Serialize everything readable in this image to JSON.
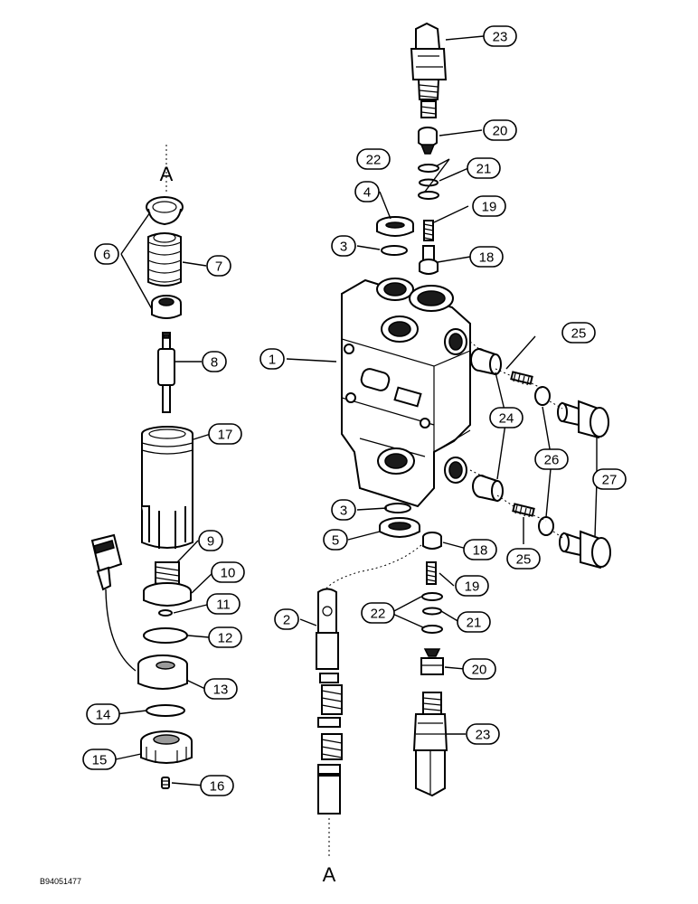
{
  "diagram": {
    "reference_code": "B94051477",
    "section_markers": [
      "A",
      "A"
    ],
    "callouts": [
      {
        "id": "c1",
        "label": "1"
      },
      {
        "id": "c2",
        "label": "2"
      },
      {
        "id": "c3a",
        "label": "3"
      },
      {
        "id": "c3b",
        "label": "3"
      },
      {
        "id": "c4",
        "label": "4"
      },
      {
        "id": "c5",
        "label": "5"
      },
      {
        "id": "c6",
        "label": "6"
      },
      {
        "id": "c7",
        "label": "7"
      },
      {
        "id": "c8",
        "label": "8"
      },
      {
        "id": "c9",
        "label": "9"
      },
      {
        "id": "c10",
        "label": "10"
      },
      {
        "id": "c11",
        "label": "11"
      },
      {
        "id": "c12",
        "label": "12"
      },
      {
        "id": "c13",
        "label": "13"
      },
      {
        "id": "c14",
        "label": "14"
      },
      {
        "id": "c15",
        "label": "15"
      },
      {
        "id": "c16",
        "label": "16"
      },
      {
        "id": "c17",
        "label": "17"
      },
      {
        "id": "c18a",
        "label": "18"
      },
      {
        "id": "c18b",
        "label": "18"
      },
      {
        "id": "c19a",
        "label": "19"
      },
      {
        "id": "c19b",
        "label": "19"
      },
      {
        "id": "c20a",
        "label": "20"
      },
      {
        "id": "c20b",
        "label": "20"
      },
      {
        "id": "c21a",
        "label": "21"
      },
      {
        "id": "c21b",
        "label": "21"
      },
      {
        "id": "c22a",
        "label": "22"
      },
      {
        "id": "c22b",
        "label": "22"
      },
      {
        "id": "c23a",
        "label": "23"
      },
      {
        "id": "c23b",
        "label": "23"
      },
      {
        "id": "c24",
        "label": "24"
      },
      {
        "id": "c25a",
        "label": "25"
      },
      {
        "id": "c25b",
        "label": "25"
      },
      {
        "id": "c26",
        "label": "26"
      },
      {
        "id": "c27",
        "label": "27"
      }
    ]
  }
}
